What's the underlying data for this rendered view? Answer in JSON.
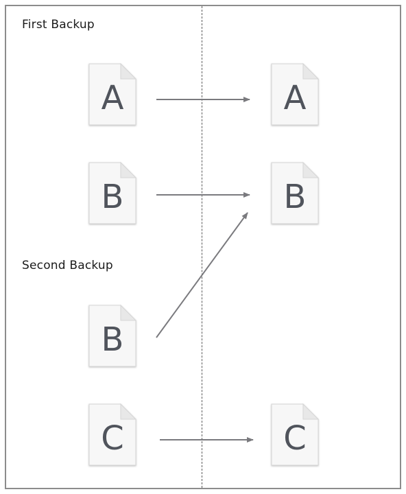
{
  "labels": {
    "first_backup": "First Backup",
    "second_backup": "Second Backup"
  },
  "documents": {
    "first_a": "A",
    "first_b": "B",
    "second_b": "B",
    "second_c": "C",
    "stored_a": "A",
    "stored_b": "B",
    "stored_c": "C"
  },
  "colors": {
    "frame": "#8c8c8c",
    "arrow": "#7a7a7e",
    "letter": "#50545c",
    "divider": "#5a5a5a"
  }
}
